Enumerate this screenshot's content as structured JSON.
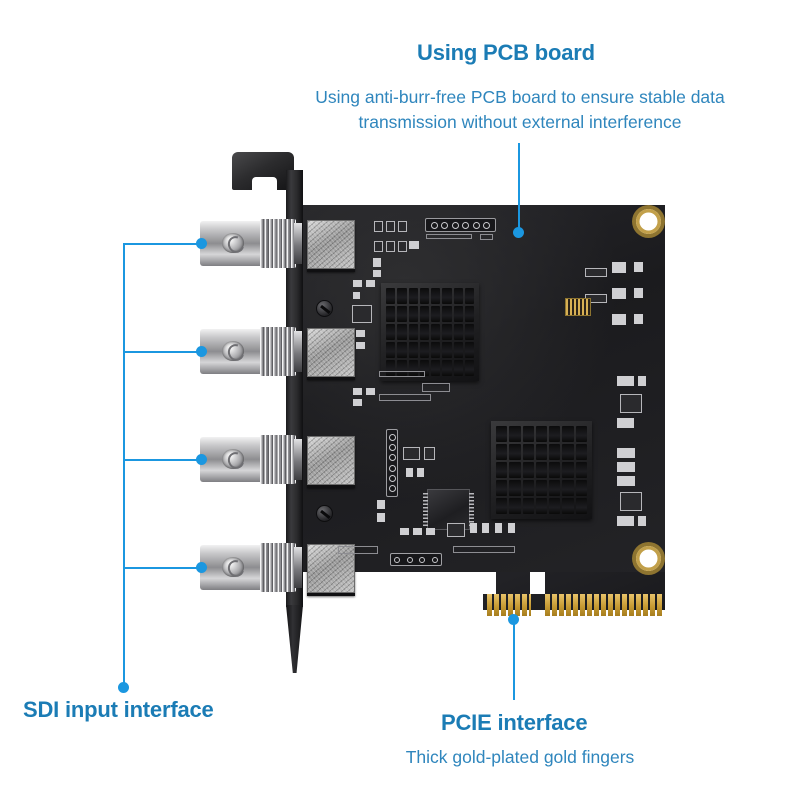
{
  "page": {
    "background": "#ffffff",
    "accent_color": "#1b97e0",
    "title_color": "#1b7cb5",
    "body_color": "#2f86bd"
  },
  "annotations": [
    {
      "id": "pcb-board",
      "title": "Using PCB board",
      "body_line1": "Using anti-burr-free PCB board to ensure stable data",
      "body_line2": "transmission without external interference"
    },
    {
      "id": "sdi-input",
      "title": "SDI input interface"
    },
    {
      "id": "pcie-interface",
      "title": "PCIE interface",
      "body_line1": "Thick gold-plated gold fingers"
    }
  ],
  "product": {
    "name": "pcie-sdi-capture-card",
    "bnc_connector_count": 4,
    "shield_can_count": 4,
    "heatsink_count": 2,
    "mounting_hole_count": 2,
    "pcie_finger_groups": 2
  }
}
